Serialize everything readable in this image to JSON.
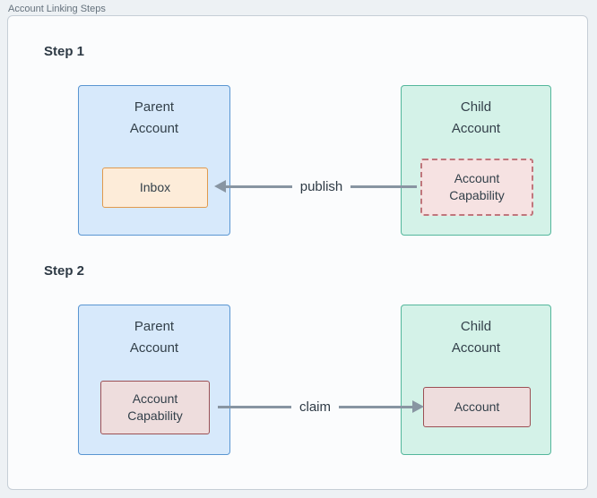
{
  "title": "Account Linking Steps",
  "steps": [
    {
      "label": "Step 1",
      "parent": {
        "title": "Parent\nAccount",
        "inner": "Inbox"
      },
      "child": {
        "title": "Child\nAccount",
        "inner": "Account\nCapability"
      },
      "arrow": {
        "label": "publish",
        "direction": "left"
      }
    },
    {
      "label": "Step 2",
      "parent": {
        "title": "Parent\nAccount",
        "inner": "Account\nCapability"
      },
      "child": {
        "title": "Child\nAccount",
        "inner": "Account"
      },
      "arrow": {
        "label": "claim",
        "direction": "right"
      }
    }
  ],
  "colors": {
    "page_background": "#edf1f4",
    "panel_background": "#fbfcfd",
    "parent_fill": "#d7e9fb",
    "parent_border": "#5a96d2",
    "child_fill": "#d4f2e8",
    "child_border": "#54b79c",
    "inbox_fill": "#fdecd9",
    "inbox_border": "#e09a4e",
    "capability_fill": "#f6e2e2",
    "capability_border": "#9c5054",
    "arrow": "#8895a2"
  }
}
